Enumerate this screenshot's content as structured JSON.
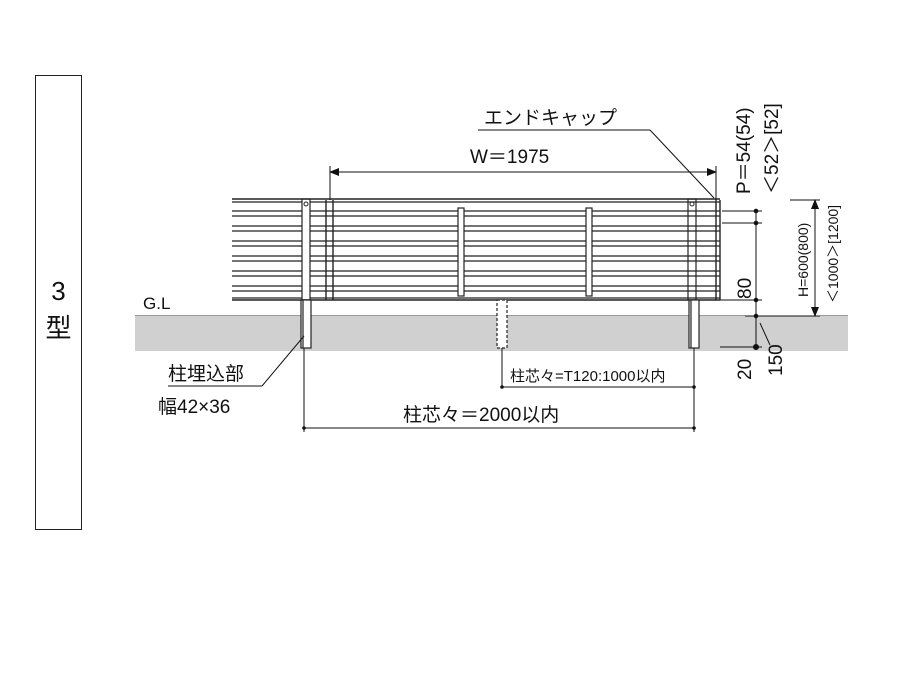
{
  "side_label": {
    "number": "3",
    "kanji": "型"
  },
  "labels": {
    "end_cap": "エンドキャップ",
    "width": "W＝1975",
    "pitch": "P＝54(54)",
    "pitch_alt": "＜52＞[52]",
    "height": "H=600(800)",
    "height_alt": "＜1000＞[1200]",
    "ground": "G.L",
    "above_ground": "80",
    "gap": "20",
    "embed_depth": "150",
    "embed_section_title": "柱埋込部",
    "embed_section_size": "幅42×36",
    "post_pitch_t120": "柱芯々=T120:1000以内",
    "post_pitch": "柱芯々＝2000以内"
  }
}
